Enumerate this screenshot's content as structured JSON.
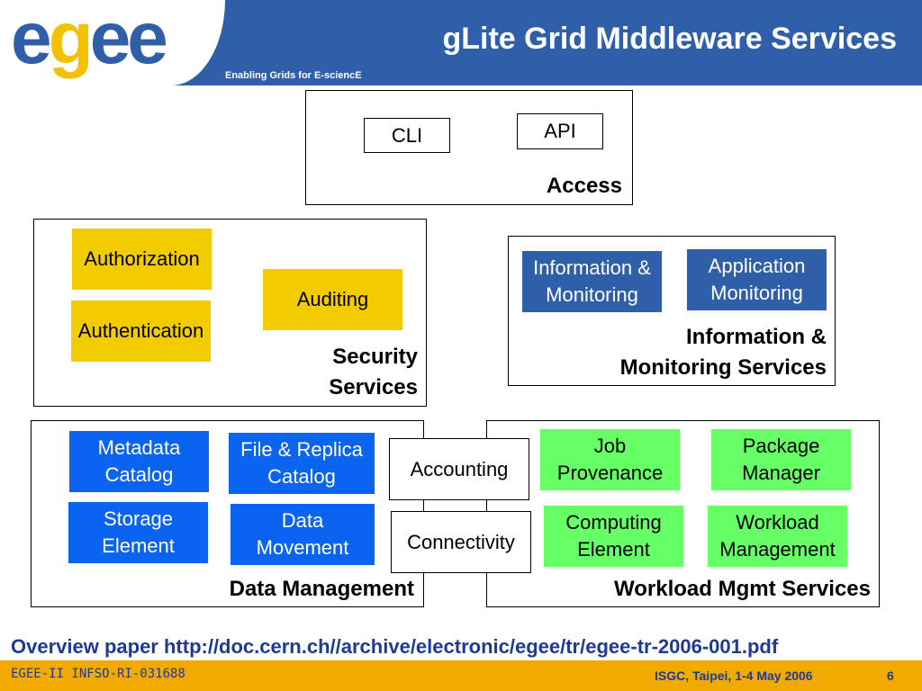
{
  "header": {
    "logo_text": "egee",
    "tagline": "Enabling Grids for E-sciencE",
    "title": "gLite Grid Middleware Services",
    "colors": {
      "bar": "#2f5fa8",
      "logo_accent": "#f2c200"
    }
  },
  "groups": {
    "access": {
      "label": "Access",
      "cli": "CLI",
      "api": "API"
    },
    "security": {
      "label": "Security\nServices",
      "authorization": "Authorization",
      "authentication": "Authentication",
      "auditing": "Auditing"
    },
    "info": {
      "label": "Information &\nMonitoring Services",
      "info_monitoring": "Information &\nMonitoring",
      "app_monitoring": "Application\nMonitoring"
    },
    "data": {
      "label": "Data Management",
      "metadata": "Metadata\nCatalog",
      "replica": "File & Replica\nCatalog",
      "storage": "Storage\nElement",
      "movement": "Data\nMovement"
    },
    "workload": {
      "label": "Workload Mgmt Services",
      "job_provenance": "Job\nProvenance",
      "package_manager": "Package\nManager",
      "computing_element": "Computing\nElement",
      "workload_management": "Workload\nManagement"
    },
    "shared": {
      "accounting": "Accounting",
      "connectivity": "Connectivity"
    }
  },
  "overview": "Overview paper http://doc.cern.ch//archive/electronic/egee/tr/egee-tr-2006-001.pdf",
  "footer": {
    "left": "EGEE-II INFSO-RI-031688",
    "right": "ISGC, Taipei, 1-4 May 2006",
    "page": "6",
    "color": "#f2a900"
  }
}
